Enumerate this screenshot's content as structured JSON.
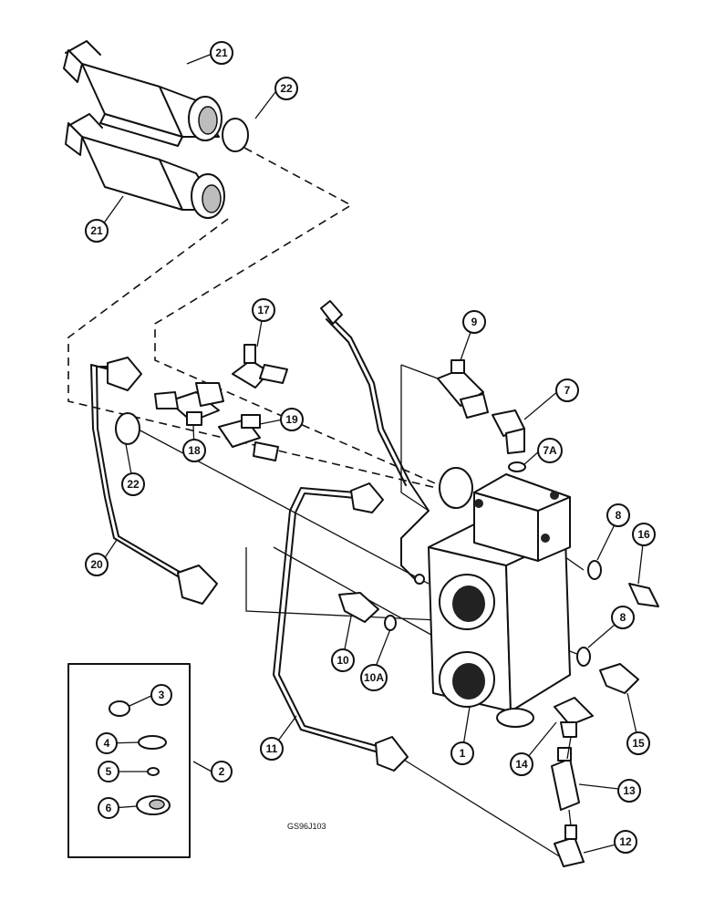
{
  "figure_code": "GS96J103",
  "callouts": [
    "21",
    "22",
    "21",
    "17",
    "9",
    "7",
    "7A",
    "18",
    "19",
    "22",
    "20",
    "8",
    "16",
    "10",
    "10A",
    "8",
    "11",
    "1",
    "15",
    "14",
    "13",
    "12",
    "3",
    "4",
    "5",
    "6",
    "2"
  ]
}
